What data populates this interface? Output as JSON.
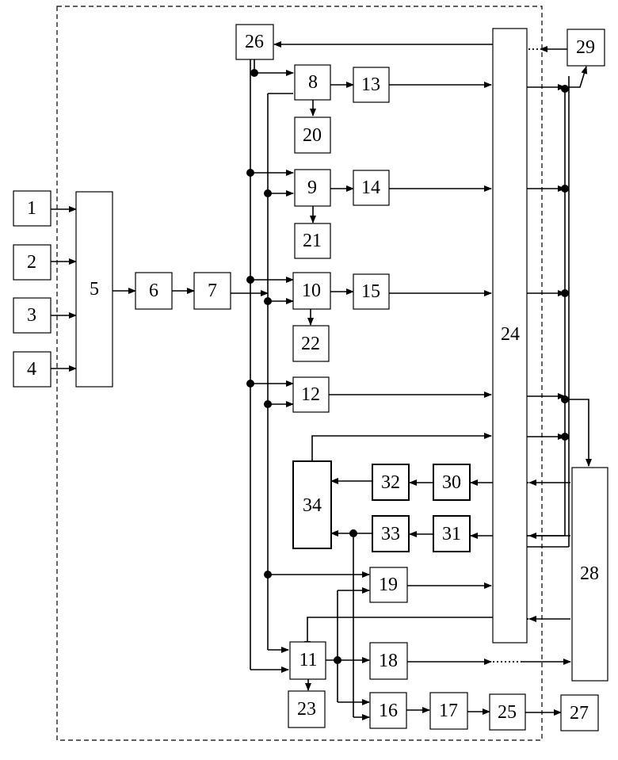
{
  "diagram": {
    "labels": {
      "b1": "1",
      "b2": "2",
      "b3": "3",
      "b4": "4",
      "b5": "5",
      "b6": "6",
      "b7": "7",
      "b8": "8",
      "b9": "9",
      "b10": "10",
      "b11": "11",
      "b12": "12",
      "b13": "13",
      "b14": "14",
      "b15": "15",
      "b16": "16",
      "b17": "17",
      "b18": "18",
      "b19": "19",
      "b20": "20",
      "b21": "21",
      "b22": "22",
      "b23": "23",
      "b24": "24",
      "b25": "25",
      "b26": "26",
      "b27": "27",
      "b28": "28",
      "b29": "29",
      "b30": "30",
      "b31": "31",
      "b32": "32",
      "b33": "33",
      "b34": "34"
    }
  }
}
